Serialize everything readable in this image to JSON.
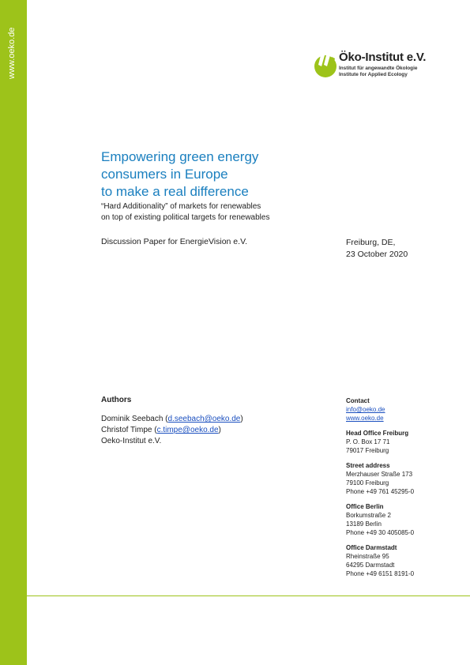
{
  "sidebar": {
    "url": "www.oeko.de"
  },
  "logo": {
    "name": "Öko-Institut e.V.",
    "subtitle_de": "Institut für angewandte Ökologie",
    "subtitle_en": "Institute for Applied Ecology"
  },
  "title": {
    "line1": "Empowering green energy",
    "line2": "consumers in Europe",
    "line3": "to make a real difference"
  },
  "subtitle": {
    "line1": "“Hard Additionality” of markets for renewables",
    "line2": "on top of existing political targets for renewables"
  },
  "paper_type": "Discussion Paper for EnergieVision e.V.",
  "place": "Freiburg, DE,",
  "date": "23 October 2020",
  "authors": {
    "heading": "Authors",
    "list": [
      {
        "name": "Dominik Seebach",
        "email": "d.seebach@oeko.de"
      },
      {
        "name": "Christof Timpe",
        "email": "c.timpe@oeko.de"
      }
    ],
    "affiliation": "Oeko-Institut e.V."
  },
  "contact": {
    "heading": "Contact",
    "email": "info@oeko.de",
    "web": "www.oeko.de",
    "head_office": {
      "heading": "Head Office Freiburg",
      "line1": "P. O. Box 17 71",
      "line2": "79017 Freiburg"
    },
    "street": {
      "heading": "Street address",
      "line1": "Merzhauser Straße 173",
      "line2": "79100 Freiburg",
      "phone": "Phone +49 761 45295-0"
    },
    "berlin": {
      "heading": "Office Berlin",
      "line1": "Borkumstraße 2",
      "line2": "13189 Berlin",
      "phone": "Phone +49 30 405085-0"
    },
    "darmstadt": {
      "heading": "Office Darmstadt",
      "line1": "Rheinstraße 95",
      "line2": "64295 Darmstadt",
      "phone": "Phone +49 6151 8191-0"
    }
  },
  "colors": {
    "brand_green": "#9dc31a",
    "title_blue": "#1a7fbf",
    "link_blue": "#1a4fbf"
  }
}
